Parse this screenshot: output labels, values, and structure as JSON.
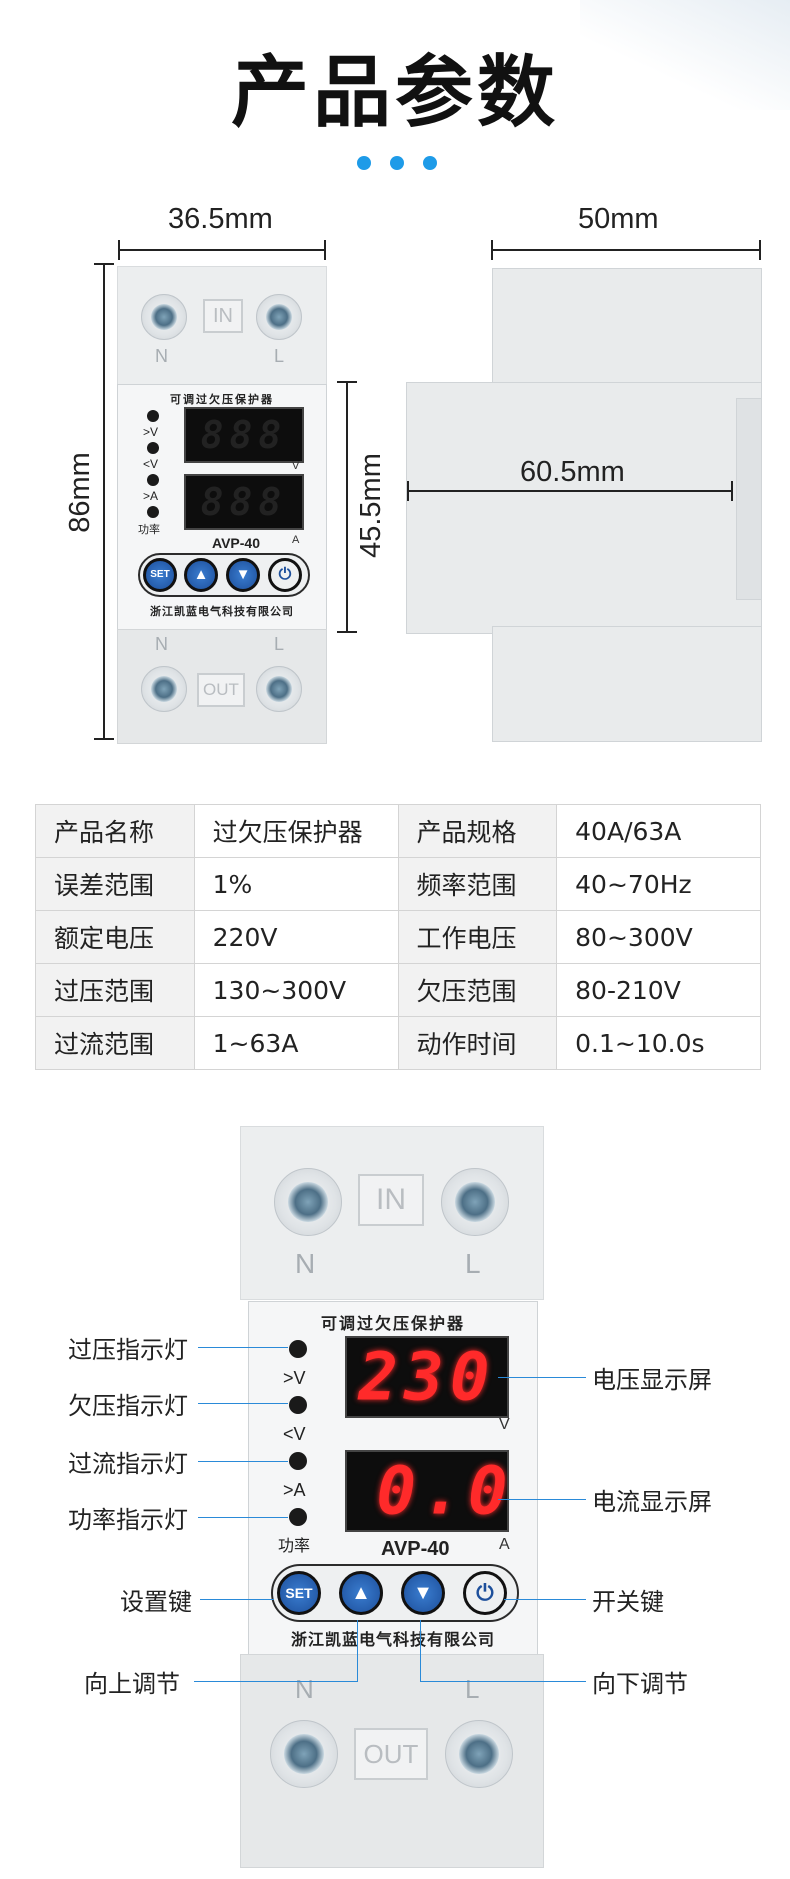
{
  "header": {
    "title": "产品参数",
    "accent_color": "#1e9be8"
  },
  "dimensions": {
    "front_width": "36.5mm",
    "front_height": "86mm",
    "panel_height": "45.5mm",
    "side_width": "50mm",
    "side_depth": "60.5mm"
  },
  "device": {
    "panel_title": "可调过欠压保护器",
    "model": "AVP-40",
    "company": "浙江凯蓝电气科技有限公司",
    "in_label": "IN",
    "out_label": "OUT",
    "terminal_n": "N",
    "terminal_l": "L",
    "led_labels": [
      ">V",
      "<V",
      ">A",
      "功率"
    ],
    "voltage_unit": "V",
    "current_unit": "A",
    "buttons": {
      "set": "SET",
      "up": "▲",
      "down": "▼",
      "power": "⏻"
    },
    "small_screen_digits": [
      "888",
      "888"
    ],
    "large_voltage_digits": "230",
    "large_current_digits": "0.0",
    "display_color": "#ff2a2a",
    "display_off_color": "#2a2a2a"
  },
  "spec_table": {
    "rows": [
      [
        "产品名称",
        "过欠压保护器",
        "产品规格",
        "40A/63A"
      ],
      [
        "误差范围",
        "1%",
        "频率范围",
        "40~70Hz"
      ],
      [
        "额定电压",
        "220V",
        "工作电压",
        "80~300V"
      ],
      [
        "过压范围",
        "130~300V",
        "欠压范围",
        "80-210V"
      ],
      [
        "过流范围",
        "1~63A",
        "动作时间",
        "0.1~10.0s"
      ]
    ]
  },
  "annotations": {
    "over_voltage_led": "过压指示灯",
    "under_voltage_led": "欠压指示灯",
    "over_current_led": "过流指示灯",
    "power_led": "功率指示灯",
    "set_key": "设置键",
    "up_adjust": "向上调节",
    "voltage_display": "电压显示屏",
    "current_display": "电流显示屏",
    "power_key": "开关键",
    "down_adjust": "向下调节"
  }
}
